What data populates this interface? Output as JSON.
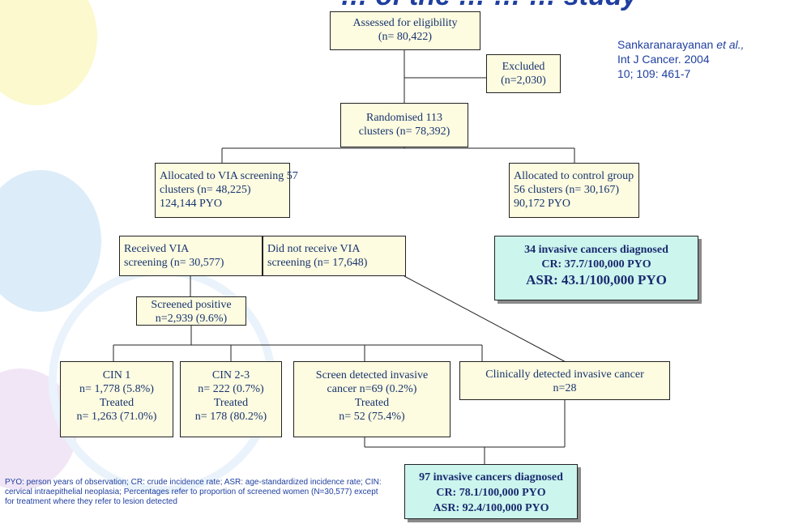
{
  "title": "… of the … … … study",
  "citation": {
    "line1_author": "Sankaranarayanan",
    "line1_etal": "et al.,",
    "line2": "Int J Cancer. 2004",
    "line3": "10; 109: 461-7"
  },
  "boxes": {
    "assessed": {
      "line1": "Assessed for eligibility",
      "line2": "(n= 80,422)"
    },
    "excluded": {
      "line1": "Excluded",
      "line2": "(n=2,030)"
    },
    "randomised": {
      "line1": "Randomised 113",
      "line2": "clusters (n= 78,392)"
    },
    "via_alloc": {
      "line1": "Allocated to VIA screening 57",
      "line2": "clusters (n= 48,225)",
      "line3": "124,144 PYO"
    },
    "control": {
      "line1": "Allocated to control group",
      "line2": "56 clusters (n= 30,167)",
      "line3": "90,172 PYO"
    },
    "received": {
      "line1": "Received VIA",
      "line2": "screening (n= 30,577)"
    },
    "not_received": {
      "line1": "Did not receive VIA",
      "line2": "screening (n= 17,648)"
    },
    "screened_pos": {
      "line1": "Screened positive",
      "line2": "n=2,939 (9.6%)"
    },
    "cin1": {
      "line1": "CIN 1",
      "line2": "n= 1,778 (5.8%)",
      "line3": "Treated",
      "line4": "n= 1,263 (71.0%)"
    },
    "cin23": {
      "line1": "CIN 2-3",
      "line2": "n= 222 (0.7%)",
      "line3": "Treated",
      "line4": "n= 178 (80.2%)"
    },
    "screen_inv": {
      "line1": "Screen detected invasive",
      "line2": "cancer n=69 (0.2%)",
      "line3": "Treated",
      "line4": "n= 52 (75.4%)"
    },
    "clin_inv": {
      "line1": "Clinically detected invasive cancer",
      "line2": "n=28"
    }
  },
  "highlights": {
    "control_cancers": {
      "line1": "34 invasive cancers diagnosed",
      "line2": "CR: 37.7/100,000 PYO",
      "line3": "ASR: 43.1/100,000 PYO"
    },
    "via_cancers": {
      "line1": "97 invasive cancers diagnosed",
      "line2": "CR: 78.1/100,000 PYO",
      "line3": "ASR: 92.4/100,000 PYO"
    }
  },
  "footnote": "PYO: person years of observation; CR: crude incidence rate; ASR: age-standardized incidence rate; CIN: cervical intraepithelial neoplasia; Percentages refer to proportion of screened women (N=30,577) except for treatment where they refer to lesion detected",
  "colors": {
    "box_fill": "#fdfbe0",
    "highlight_fill": "#ccf5ee",
    "text": "#17346e",
    "accent": "#1f3f9f"
  }
}
